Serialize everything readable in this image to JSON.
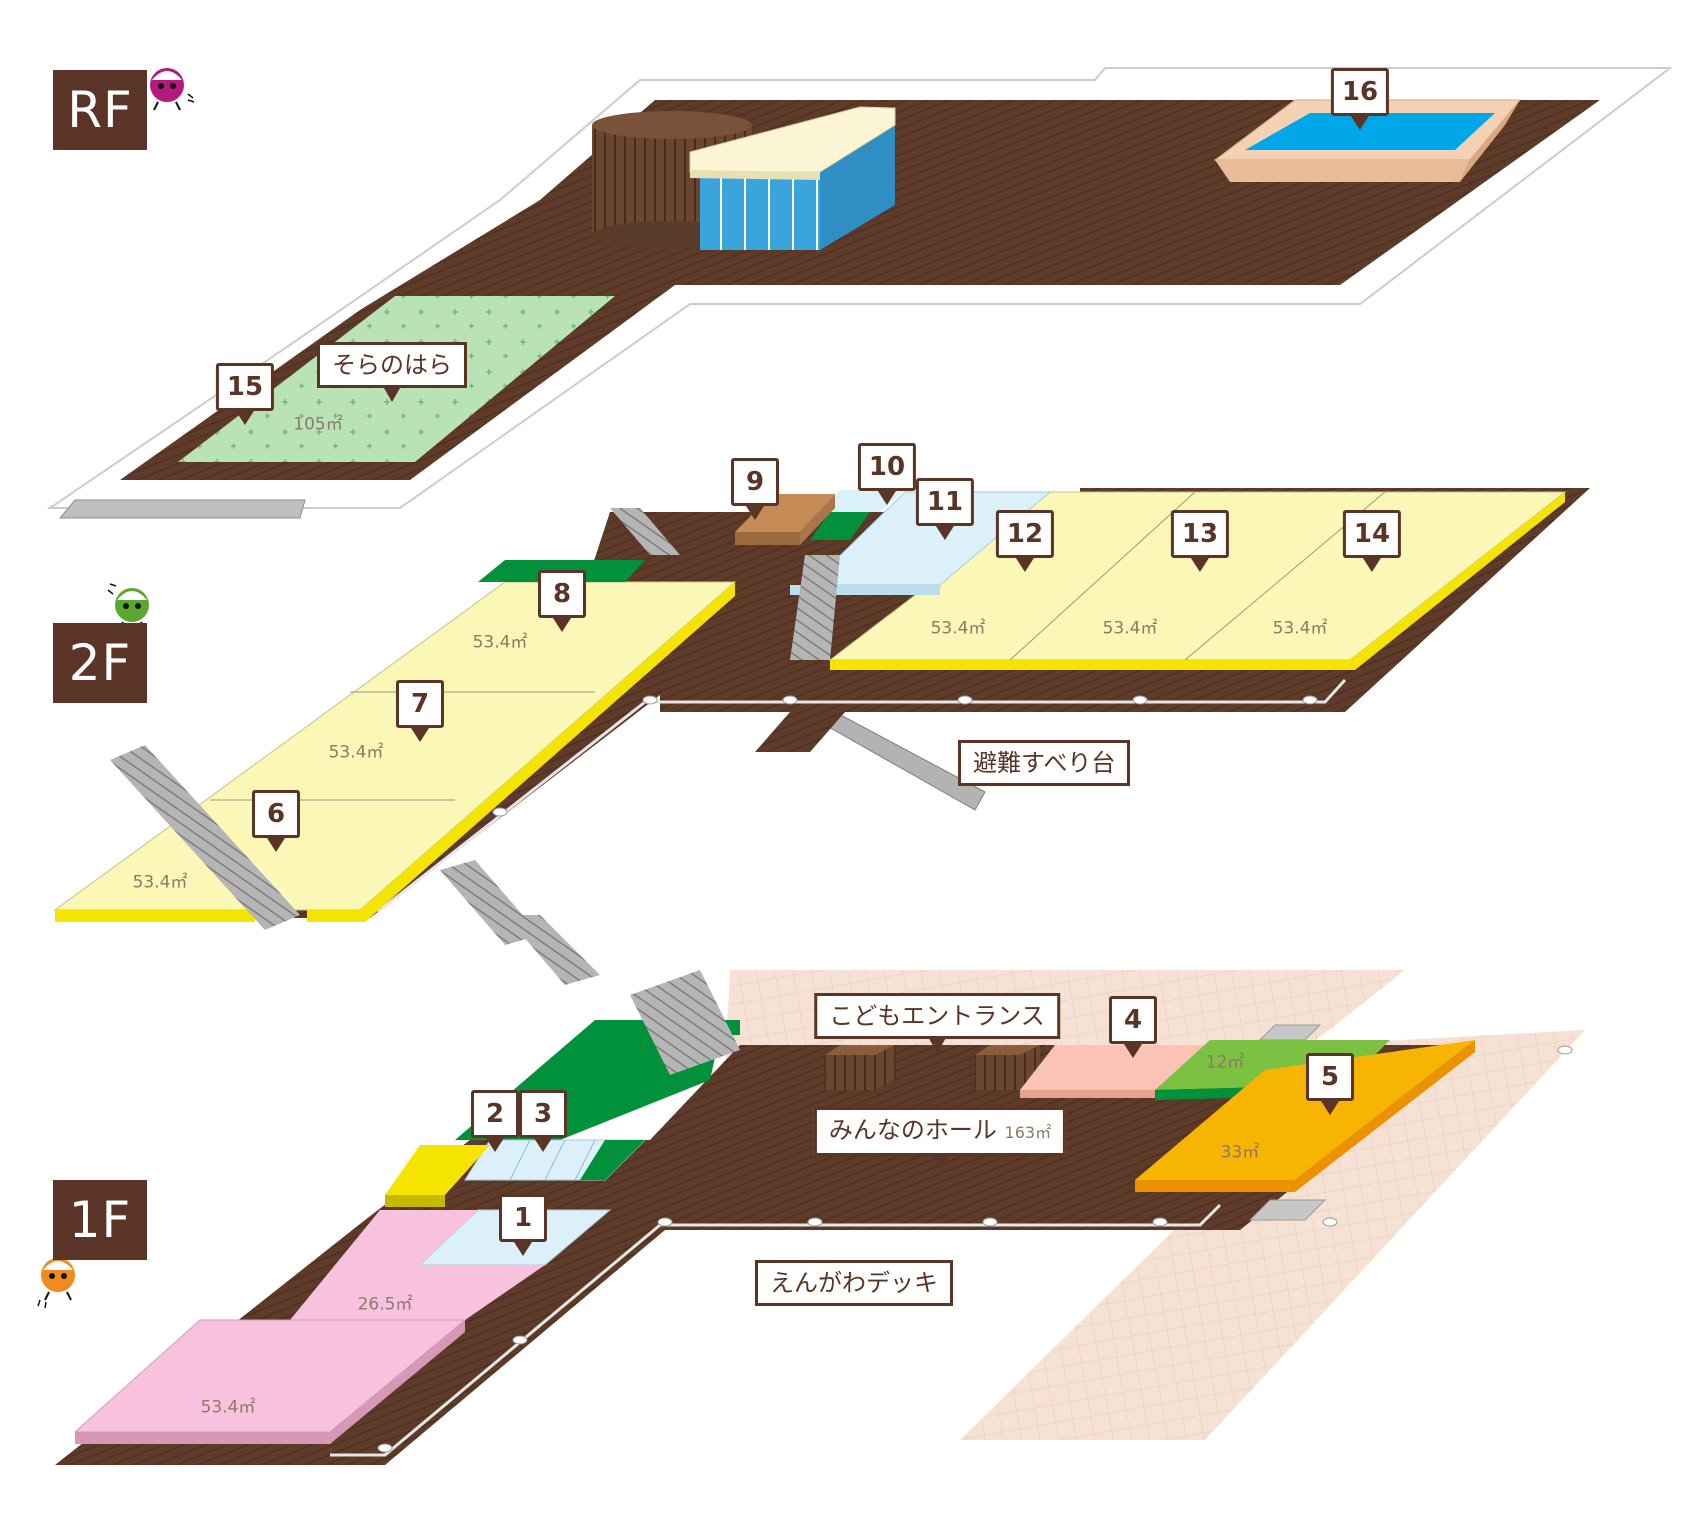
{
  "floors": {
    "rf": "RF",
    "f2": "2F",
    "f1": "1F"
  },
  "pins": {
    "p1": "1",
    "p2": "2",
    "p3": "3",
    "p4": "4",
    "p5": "5",
    "p6": "6",
    "p7": "7",
    "p8": "8",
    "p9": "9",
    "p10": "10",
    "p11": "11",
    "p12": "12",
    "p13": "13",
    "p14": "14",
    "p15": "15",
    "p16": "16"
  },
  "labels": {
    "sora_no_hara": "そらのはら",
    "hinan_suberidai": "避難すべり台",
    "kodomo_entrance": "こどもエントランス",
    "minna_no_hall": "みんなのホール",
    "minna_no_hall_area": "163㎡",
    "engawa_deck": "えんがわデッキ"
  },
  "areas": {
    "rf_lawn": "105㎡",
    "f2_room6": "53.4㎡",
    "f2_room7": "53.4㎡",
    "f2_room8": "53.4㎡",
    "f2_room12": "53.4㎡",
    "f2_room13": "53.4㎡",
    "f2_room14": "53.4㎡",
    "f1_room1": "26.5㎡",
    "f1_big_pink": "53.4㎡",
    "f1_room4": "12㎡",
    "f1_room5": "33㎡"
  },
  "colors": {
    "deck_brown": "#5a3426",
    "wood_plank": "#6b4631",
    "cream_room": "#fbf7b7",
    "yellow_edge": "#f5e400",
    "green_accent": "#00913a",
    "light_blue_room": "#dcf0fa",
    "pink_room": "#f8c1de",
    "salmon_room": "#fbc3b3",
    "lime_room": "#7dc142",
    "orange_room": "#f7b400",
    "lawn_green": "#b9e2b6",
    "pool_blue": "#00a7e8",
    "pool_rim": "#f4d1b2",
    "tile_beige": "#f3dccd",
    "stair_gray": "#a8a8a8",
    "glass_blue": "#3aa5dc",
    "roof_cream": "#fdf6d4",
    "char_purple": "#b5197e",
    "char_green": "#5aa72e",
    "char_orange": "#f08b1d"
  },
  "icons": {
    "rf": "purple-character-icon",
    "f2": "green-character-icon",
    "f1": "orange-character-icon"
  }
}
